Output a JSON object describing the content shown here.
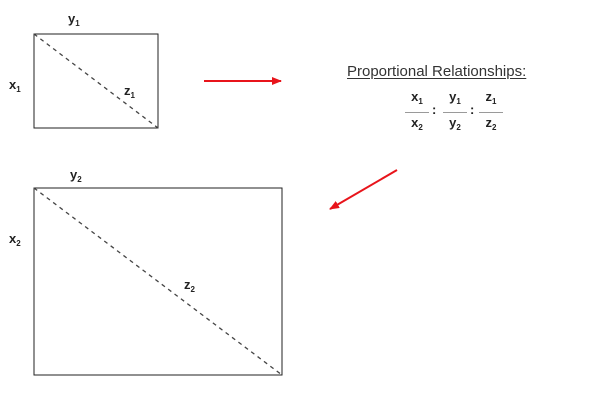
{
  "diagram": {
    "small_rect": {
      "side_label": "x",
      "side_sub": "1",
      "top_label": "y",
      "top_sub": "1",
      "diag_label": "z",
      "diag_sub": "1"
    },
    "large_rect": {
      "side_label": "x",
      "side_sub": "2",
      "top_label": "y",
      "top_sub": "2",
      "diag_label": "z",
      "diag_sub": "2"
    },
    "title": "Proportional Relationships:",
    "ratios": [
      {
        "num": "x",
        "num_sub": "1",
        "den": "x",
        "den_sub": "2"
      },
      {
        "num": "y",
        "num_sub": "1",
        "den": "y",
        "den_sub": "2"
      },
      {
        "num": "z",
        "num_sub": "1",
        "den": "z",
        "den_sub": "2"
      }
    ],
    "separator": ":",
    "colors": {
      "arrow": "#e8141b",
      "outline": "#222222",
      "dashed": "#444444"
    }
  }
}
